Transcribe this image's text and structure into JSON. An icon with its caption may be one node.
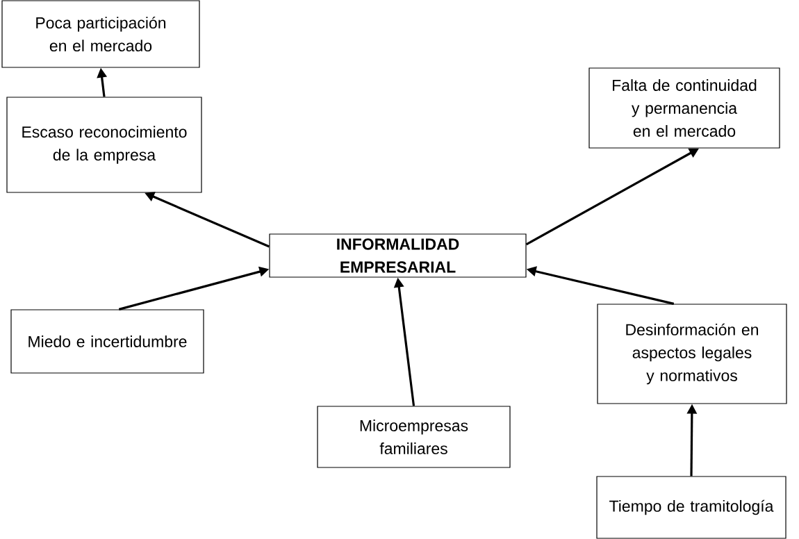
{
  "diagram": {
    "nodes": [
      {
        "text": [
          "Poca participación en el mercado"
        ]
      },
      {
        "text": [
          "Escaso reconocimiento de la empresa"
        ]
      },
      {
        "text": [
          "Falta de continuidad y permanencia en el mercado"
        ]
      },
      {
        "text": [
          "INFORMALIDAD EMPRESARIAL"
        ]
      },
      {
        "text": [
          "Miedo e incertidumbre"
        ]
      },
      {
        "text": [
          "Desinformación en aspectos legales y normativos"
        ]
      },
      {
        "text": [
          "Microempresas familiares"
        ]
      },
      {
        "text": [
          "Tiempo de tramitología"
        ]
      }
    ],
    "edges": [
      {
        "from": 1,
        "to": 0,
        "arrow": "to"
      },
      {
        "from": 3,
        "to": 1,
        "arrow": "to"
      },
      {
        "from": 3,
        "to": 2,
        "arrow": "to"
      },
      {
        "from": 4,
        "to": 3,
        "arrow": "to"
      },
      {
        "from": 5,
        "to": 3,
        "arrow": "to"
      },
      {
        "from": 6,
        "to": 3,
        "arrow": "to"
      },
      {
        "from": 7,
        "to": 5,
        "arrow": "to"
      }
    ]
  }
}
